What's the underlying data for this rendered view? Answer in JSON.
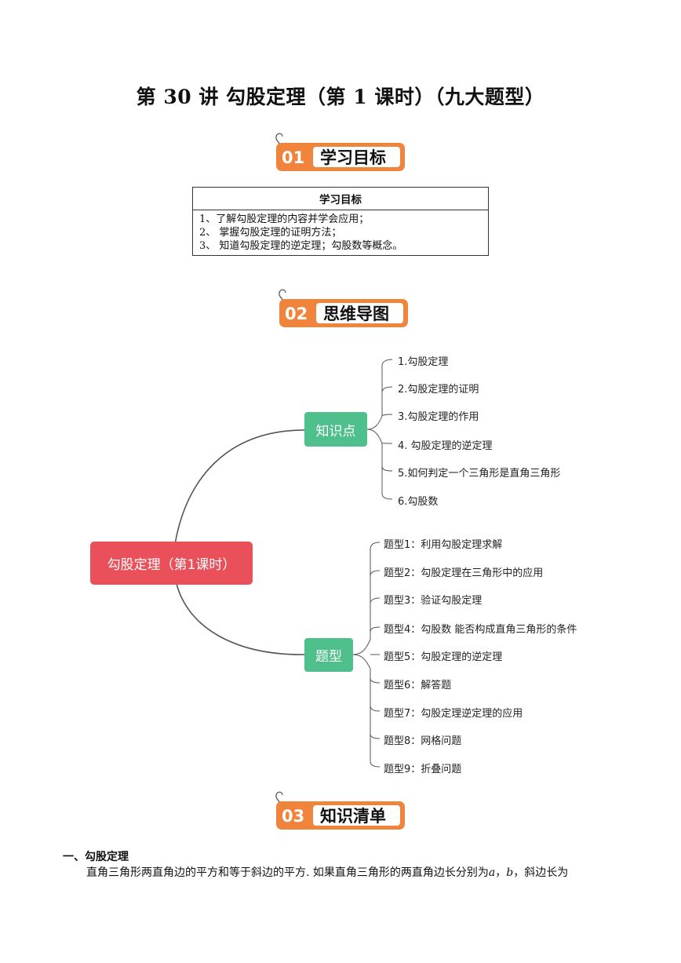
{
  "title": "第 30 讲  勾股定理（第 1 课时）（九大题型）",
  "sections": [
    {
      "num": "01",
      "label": "学习目标"
    },
    {
      "num": "02",
      "label": "思维导图"
    },
    {
      "num": "03",
      "label": "知识清单"
    }
  ],
  "goals_table": {
    "header": "学习目标",
    "items": [
      "1、了解勾股定理的内容并学会应用；",
      "2、  掌握勾股定理的证明方法；",
      "3、  知道勾股定理的逆定理；勾股数等概念。"
    ]
  },
  "mindmap": {
    "root": "勾股定理（第1课时）",
    "branches": [
      {
        "label": "知识点",
        "children": [
          "1.勾股定理",
          "2.勾股定理的证明",
          "3.勾股定理的作用",
          "4. 勾股定理的逆定理",
          "5.如何判定一个三角形是直角三角形",
          "6.勾股数"
        ]
      },
      {
        "label": "题型",
        "children": [
          "题型1：利用勾股定理求解",
          "题型2：勾股定理在三角形中的应用",
          "题型3：验证勾股定理",
          "题型4：勾股数 能否构成直角三角形的条件",
          "题型5：勾股定理的逆定理",
          "题型6：解答题",
          "题型7：勾股定理逆定理的应用",
          "题型8：网格问题",
          "题型9：折叠问题"
        ]
      }
    ],
    "colors": {
      "root": "#e9505a",
      "branch": "#4fbf8b",
      "line": "#555555"
    }
  },
  "knowledge": {
    "heading": "一、勾股定理",
    "text_before": "直角三角形两直角边的平方和等于斜边的平方. 如果直角三角形的两直角边长分别为",
    "var_a": "a",
    "sep": "，",
    "var_b": "b",
    "text_after": "，斜边长为"
  },
  "accent_color": "#f0843c"
}
